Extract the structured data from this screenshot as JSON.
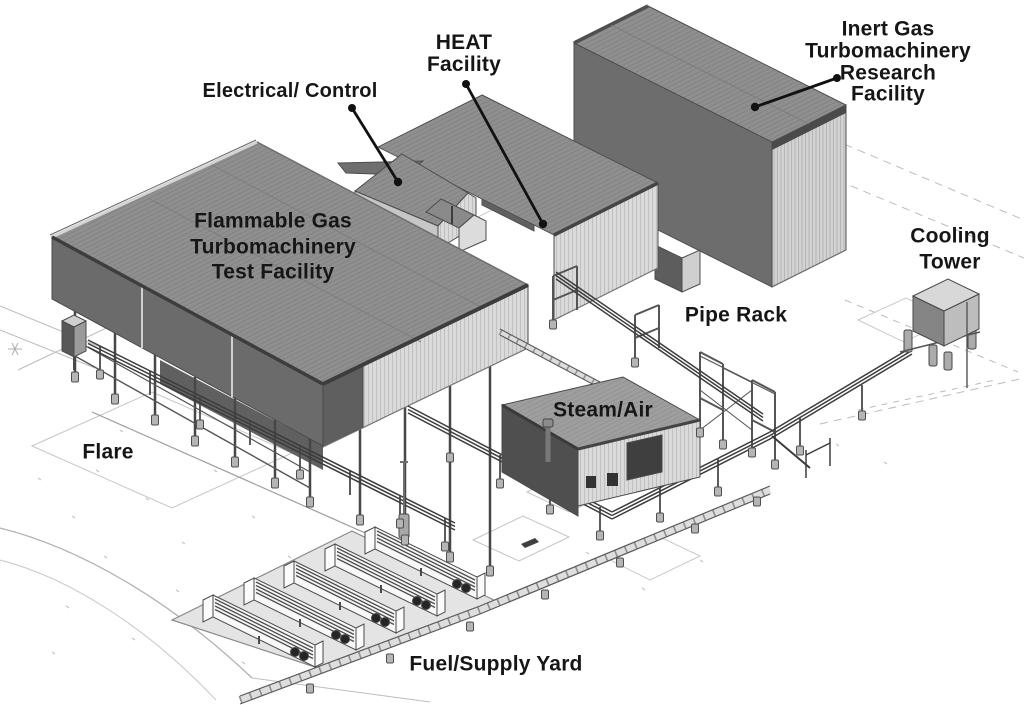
{
  "figure": {
    "type": "isometric-facility-diagram",
    "background": "#ffffff",
    "text_color": "#161616",
    "palette": {
      "roof_gray": "#8f8f8f",
      "wall_dark": "#696969",
      "wall_light": "#d9d9d9",
      "steel_line": "#3c3c3c",
      "ground_line": "#bcbcbc",
      "leader": "#111111"
    },
    "labels": {
      "flammable_gas": {
        "text": "Flammable Gas\nTurbomachinery\nTest Facility"
      },
      "electrical_control": {
        "text": "Electrical/ Control"
      },
      "heat_facility": {
        "text": "HEAT\nFacility"
      },
      "inert_gas": {
        "text": "Inert Gas\nTurbomachinery\nResearch\nFacility"
      },
      "cooling_tower": {
        "text": "Cooling\nTower"
      },
      "pipe_rack": {
        "text": "Pipe Rack"
      },
      "steam_air": {
        "text": "Steam/Air"
      },
      "flare": {
        "text": "Flare"
      },
      "fuel_supply_yard": {
        "text": "Fuel/Supply Yard"
      }
    }
  }
}
